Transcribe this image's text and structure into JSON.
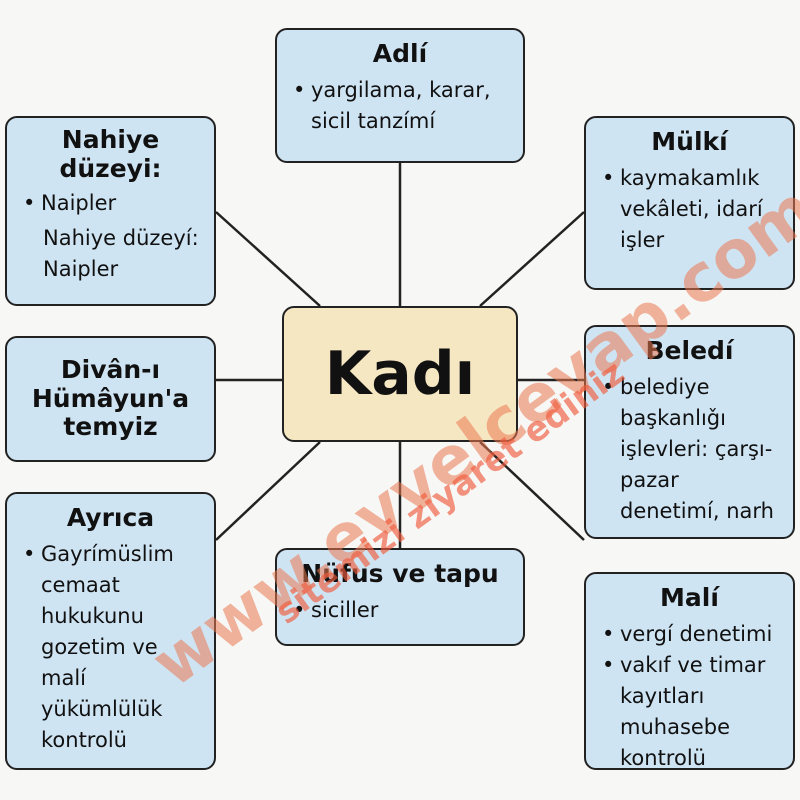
{
  "center": {
    "label": "Kadı"
  },
  "boxes": {
    "adli": {
      "title": "Adlí",
      "items": [
        "yargilama, karar, sicil tanzímí"
      ]
    },
    "nahiye": {
      "title": "Nahiye düzeyi:",
      "items": [
        "Naipler"
      ],
      "note": "Nahiye düzeyí: Naipler"
    },
    "mulki": {
      "title": "Mülkí",
      "items": [
        "kaymakamlık vekâleti, idarí işler"
      ]
    },
    "divan": {
      "title": "Divân-ı Hümâyun'a temyiz"
    },
    "beledi": {
      "title": "Beledí",
      "items": [
        "belediye başkanlıǧı işlevleri: çarşı-pazar denetimí, narh"
      ]
    },
    "ayrica": {
      "title": "Ayrıca",
      "items": [
        "Gayrímüslim cemaat hukukunu gozetim ve malí yükümlülük kontrolü"
      ]
    },
    "nufus": {
      "title": "Nüfus ve tapu",
      "items": [
        "siciller"
      ]
    },
    "mali": {
      "title": "Malí",
      "items": [
        "vergí denetimi",
        "vakıf ve timar kayıtları muhasebe kontrolü"
      ]
    }
  },
  "watermark": {
    "line1": "www.evvelcevap.com",
    "line2": "sitemizi ziyaret ediniz"
  },
  "colors": {
    "box_fill": "#cfe4f3",
    "center_fill": "#f6e7c3",
    "border": "#222222",
    "watermark": "#e87850"
  }
}
